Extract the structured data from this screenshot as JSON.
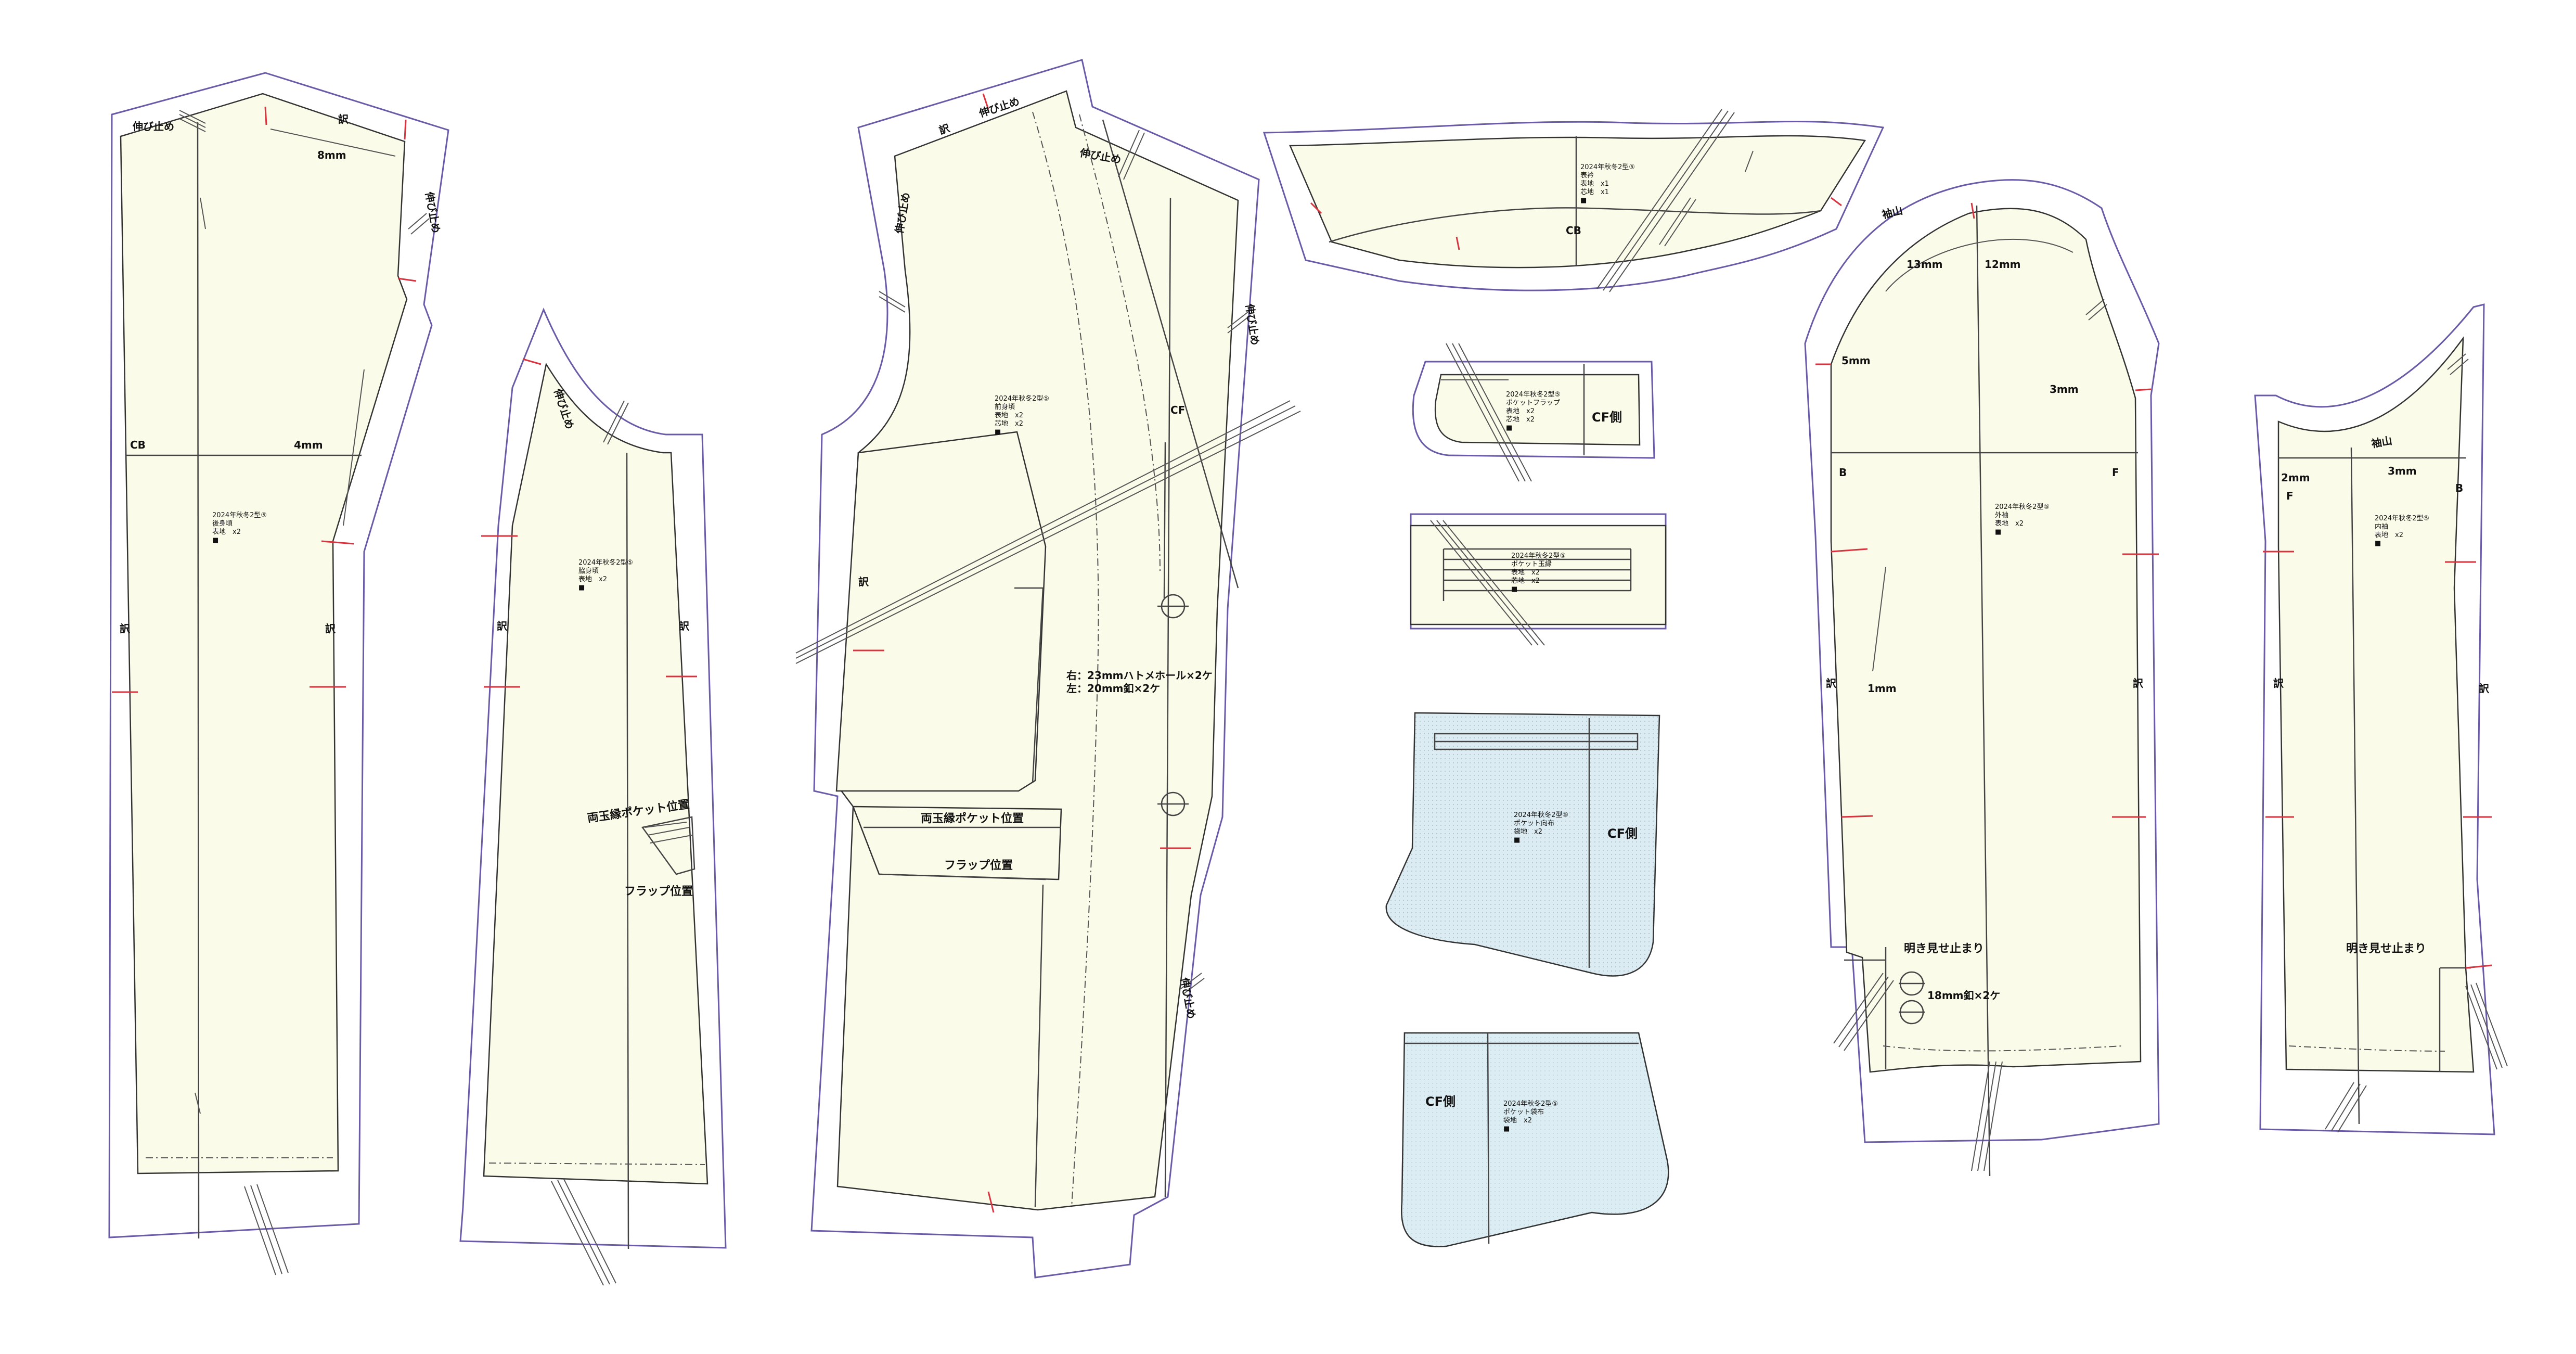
{
  "labels": {
    "nobidome": "伸び止め",
    "wa": "訳",
    "cb": "CB",
    "cf": "CF",
    "cf_side": "CF側",
    "b": "B",
    "f": "F",
    "fold": "袖山",
    "mm8": "8mm",
    "mm4": "4mm",
    "mm13": "13mm",
    "mm12": "12mm",
    "mm5": "5mm",
    "mm3": "3mm",
    "mm1": "1mm",
    "mm2": "2mm",
    "double_welt_pocket": "両玉縁ポケット位置",
    "flap_pos": "フラップ位置",
    "buttonhole_right": "右：23mmハトメホール×2ケ",
    "buttonhole_left": "左：20mm釦×2ケ",
    "vent_stop": "明き見せ止まり",
    "sleeve_button": "18mm釦×2ケ"
  },
  "pieces": {
    "back_body": {
      "lines": [
        "2024年秋冬2型⑤",
        "後身頃",
        "表地　x2",
        "■"
      ]
    },
    "side_body": {
      "lines": [
        "2024年秋冬2型⑤",
        "脇身頃",
        "表地　x2",
        "■"
      ]
    },
    "front_body": {
      "lines": [
        "2024年秋冬2型⑤",
        "前身頃",
        "表地　x2",
        "芯地　x2",
        "■"
      ]
    },
    "collar": {
      "lines": [
        "2024年秋冬2型⑤",
        "表衿",
        "表地　x1",
        "芯地　x1",
        "■"
      ]
    },
    "pocket_flap": {
      "lines": [
        "2024年秋冬2型⑤",
        "ポケットフラップ",
        "表地　x2",
        "芯地　x2",
        "■"
      ]
    },
    "pocket_welt": {
      "lines": [
        "2024年秋冬2型⑤",
        "ポケット玉縁",
        "表地　x2",
        "芯地　x2",
        "■"
      ]
    },
    "pocket_bag_a": {
      "lines": [
        "2024年秋冬2型⑤",
        "ポケット向布",
        "袋地　x2",
        "■"
      ]
    },
    "pocket_bag_b": {
      "lines": [
        "2024年秋冬2型⑤",
        "ポケット袋布",
        "袋地　x2",
        "■"
      ]
    },
    "top_sleeve": {
      "lines": [
        "2024年秋冬2型⑤",
        "外袖",
        "表地　x2",
        "■"
      ]
    },
    "under_sleeve": {
      "lines": [
        "2024年秋冬2型⑤",
        "内袖",
        "表地　x2",
        "■"
      ]
    }
  },
  "colors": {
    "fabric": "#fbfbe9",
    "lining": "#dcecf2",
    "seam_line": "#6a5aa8",
    "notch": "#d8343f",
    "outline": "#333333"
  }
}
